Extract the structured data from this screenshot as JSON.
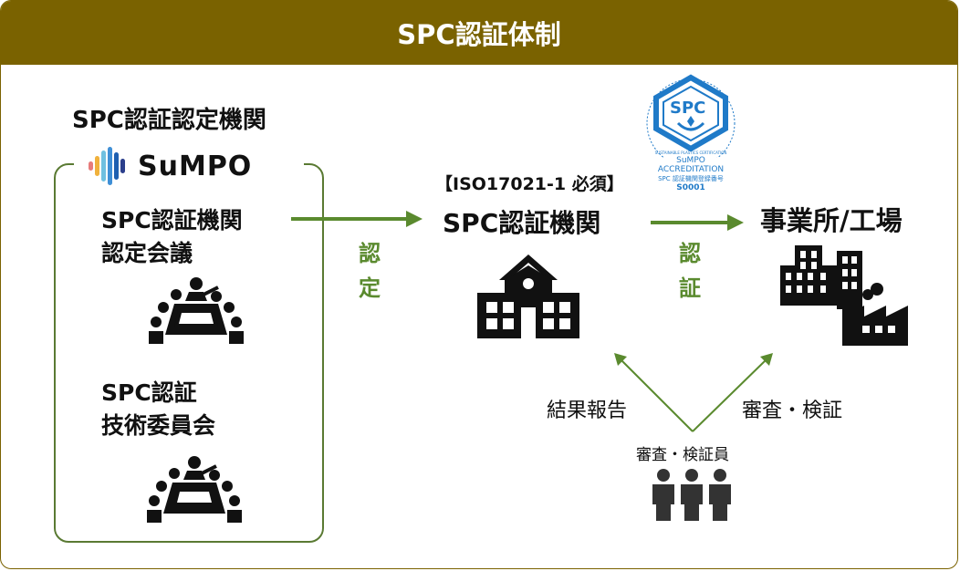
{
  "header": {
    "title": "SPC認証体制"
  },
  "accreditation_body": {
    "title": "SPC認証認定機関",
    "logo_text": "SuMPO",
    "committee1_line1": "SPC認証機関",
    "committee1_line2": "認定会議",
    "committee2_line1": "SPC認証",
    "committee2_line2": "技術委員会"
  },
  "arrows": {
    "accreditation_line1": "認",
    "accreditation_line2": "定",
    "certification_line1": "認",
    "certification_line2": "証"
  },
  "cert_body": {
    "requirement": "【ISO17021-1 必須】",
    "title": "SPC認証機関"
  },
  "badge": {
    "mark": "SPC",
    "ring_text": "SUSTAINABLE PLASTICS CERTIFICATION",
    "line1": "SuMPO",
    "line2": "ACCREDITATION",
    "line3": "SPC 認証機関登録番号",
    "line4": "S0001"
  },
  "factory": {
    "title": "事業所/工場"
  },
  "flows": {
    "report": "結果報告",
    "review": "審査・検証",
    "auditors": "審査・検証員"
  },
  "colors": {
    "header": "#7a6200",
    "accent_green": "#5a8a2e",
    "badge_blue": "#1f7ac8"
  }
}
